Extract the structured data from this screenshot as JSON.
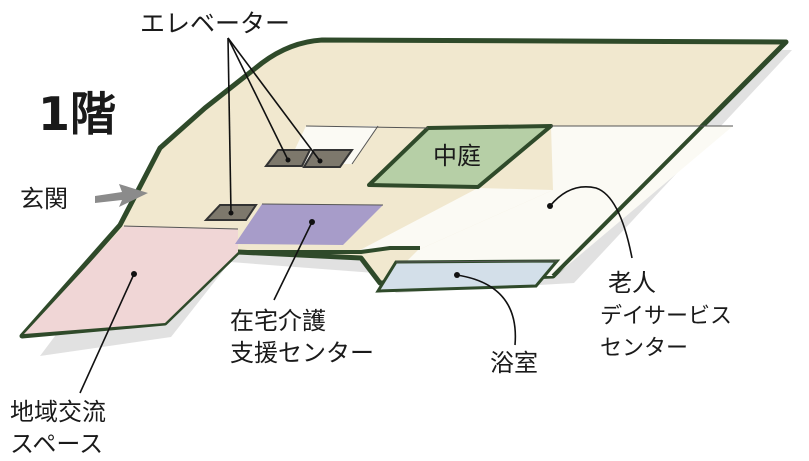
{
  "floor_title": "1階",
  "labels": {
    "elevator": "エレベーター",
    "entrance": "玄関",
    "courtyard": "中庭",
    "home_care": [
      "在宅介護",
      "支援センター"
    ],
    "community": [
      "地域交流",
      "スペース"
    ],
    "bath": "浴室",
    "day_service": [
      "老人",
      "デイサービス",
      "センター"
    ]
  },
  "colors": {
    "outline": "#2f4a2a",
    "hall": "#f1e8cf",
    "white_area": "#fbfaf4",
    "community": "#f0d6d6",
    "home_care": "#a79cc9",
    "courtyard": "#b6cfa6",
    "bath": "#d3dfe9",
    "elevator": "#7d786c",
    "shadow": "#c9c9c9",
    "arrow": "#8b8b8b"
  },
  "icons": [
    "entrance-arrow-icon",
    "elevator-icon"
  ]
}
